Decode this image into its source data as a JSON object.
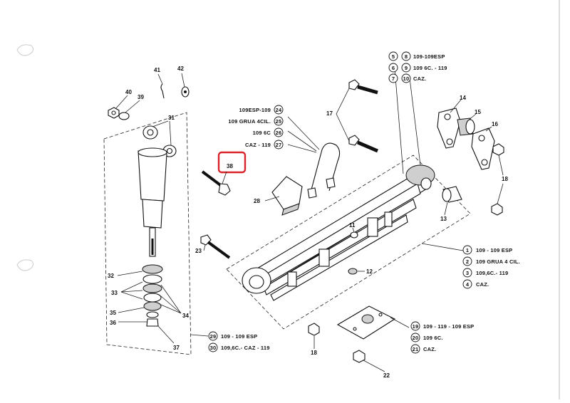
{
  "part_numbers": {
    "p41": "41",
    "p42": "42",
    "p40": "40",
    "p39": "39",
    "p31": "31",
    "p38": "38",
    "p32": "32",
    "p33": "33",
    "p35": "35",
    "p36": "36",
    "p34": "34",
    "p37": "37",
    "p17": "17",
    "p28": "28",
    "p11": "11",
    "p12": "12",
    "p23": "23",
    "p14": "14",
    "p15": "15",
    "p16": "16",
    "p18a": "18",
    "p18b": "18",
    "p13": "13",
    "p22": "22"
  },
  "legend_top": [
    {
      "a": "5",
      "b": "8",
      "text": "109-109ESP"
    },
    {
      "a": "6",
      "b": "9",
      "text": "109   6C. - 119"
    },
    {
      "a": "7",
      "b": "10",
      "text": "CAZ."
    }
  ],
  "legend_ubolt": [
    {
      "text": "109ESP-109",
      "num": "24"
    },
    {
      "text": "109 GRUA  4CIL.",
      "num": "25"
    },
    {
      "text": "109  6C",
      "num": "26"
    },
    {
      "text": "CAZ - 119",
      "num": "27"
    }
  ],
  "legend_spring": [
    {
      "num": "1",
      "text": "109 - 109 ESP"
    },
    {
      "num": "2",
      "text": "109   GRUA  4 CIL."
    },
    {
      "num": "3",
      "text": "109,6C.- 119"
    },
    {
      "num": "4",
      "text": "CAZ."
    }
  ],
  "legend_plate": [
    {
      "num": "19",
      "text": "109 - 119 - 109 ESP"
    },
    {
      "num": "20",
      "text": "109   6C."
    },
    {
      "num": "21",
      "text": "CAZ."
    }
  ],
  "legend_shock": [
    {
      "num": "29",
      "text": "109 - 109 ESP"
    },
    {
      "num": "30",
      "text": "109,6C.- CAZ - 119"
    }
  ],
  "highlight_color": "#d8232a"
}
